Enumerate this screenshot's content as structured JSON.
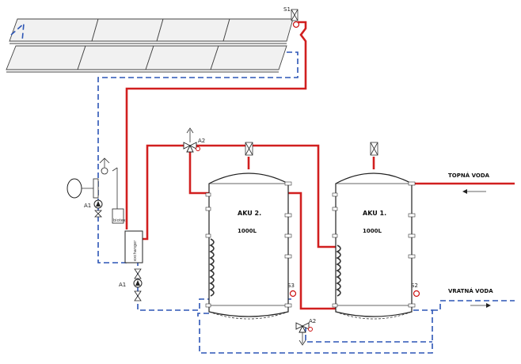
{
  "labels": {
    "s1": "S1",
    "a2_top": "A2",
    "a2_bottom": "A2",
    "a1_upper": "A1",
    "a1_lower": "A1",
    "s3": "S3",
    "s2": "S2",
    "exchanger": "exchanger",
    "tank_small": "biotex"
  },
  "tanks": [
    {
      "name": "AKU 2.",
      "volume": "1000L"
    },
    {
      "name": "AKU 1.",
      "volume": "1000L"
    }
  ],
  "outputs": {
    "heating": "TOPNÁ VODA",
    "return": "VRATNÁ VODA"
  },
  "colors": {
    "hot_line": "#d11f1f",
    "cold_line": "#2c55b5"
  }
}
